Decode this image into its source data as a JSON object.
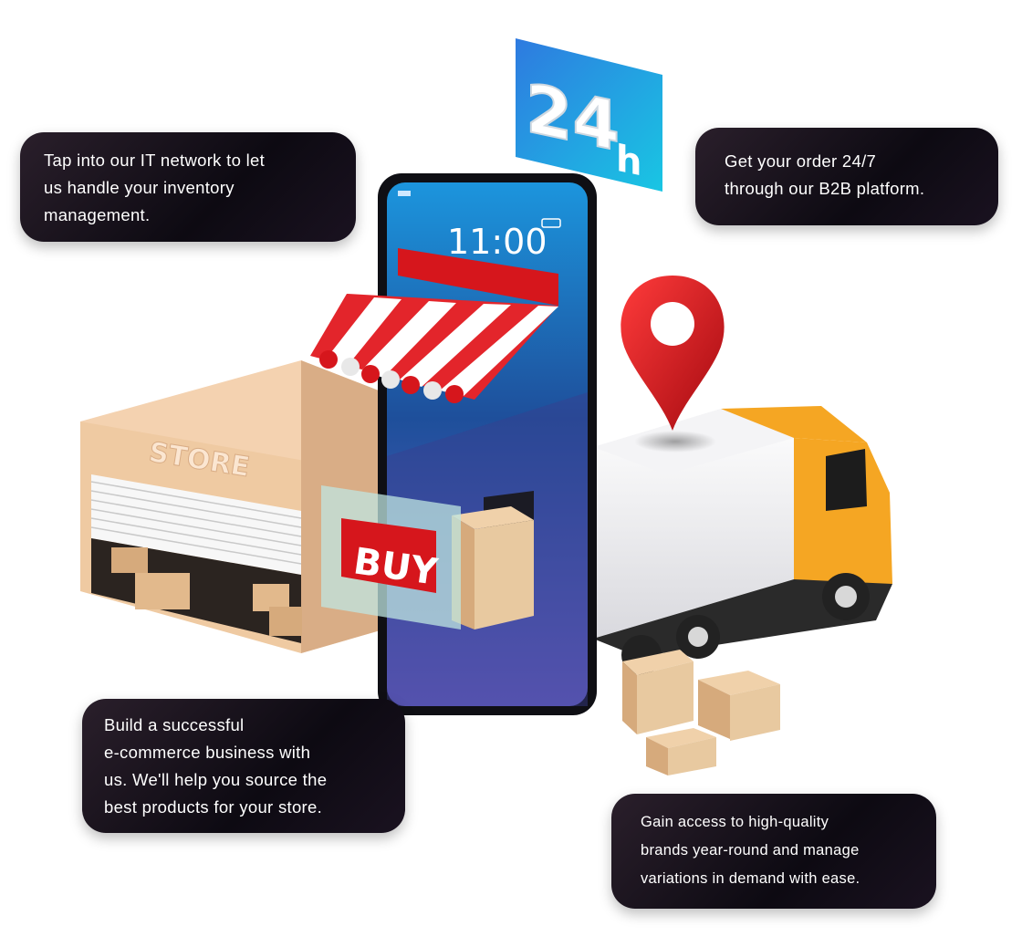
{
  "callouts": {
    "inventory": [
      "Tap into our IT network to let",
      "us handle your inventory",
      "management."
    ],
    "order": [
      "Get your order 24/7",
      "through our B2B platform."
    ],
    "ecommerce": [
      "Build a successful",
      "e-commerce business with",
      "us. We'll help you source the",
      "best products for your store."
    ],
    "brands": [
      "Gain access to high-quality",
      "brands year-round and manage",
      "variations in demand with ease."
    ]
  },
  "illustration": {
    "badge_number": "24",
    "badge_unit": "h",
    "phone_time": "11:00",
    "store_sign": "STORE",
    "buy_label": "BUY"
  },
  "colors": {
    "accent_red": "#d6161c",
    "truck_orange": "#f5a623",
    "box_tan": "#e8c9a0",
    "badge_blue": "#1aa6e0",
    "callout_bg": "#120d16"
  }
}
